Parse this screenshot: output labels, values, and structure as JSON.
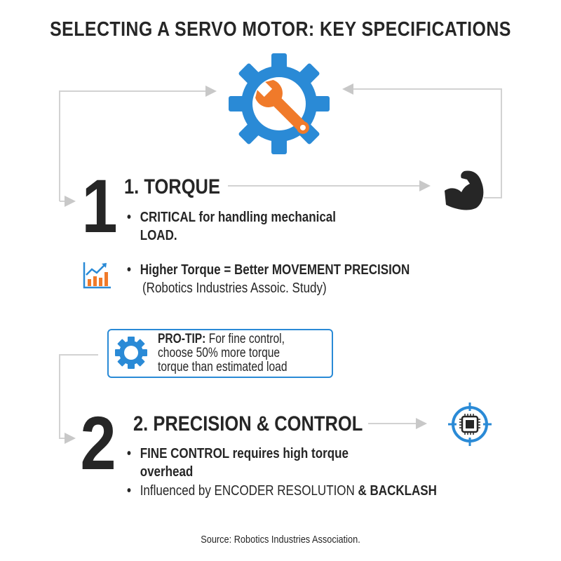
{
  "title": "SELECTING A SERVO MOTOR: KEY SPECIFICATIONS",
  "colors": {
    "accent_blue": "#2a8ad6",
    "accent_orange": "#f07a2a",
    "text": "#262626",
    "connector": "#cfcfcf"
  },
  "icons": {
    "header": "gear-wrench-icon",
    "torque": "flexed-arm-icon",
    "chart": "bar-chart-trend-icon",
    "tip": "gear-icon",
    "precision": "chip-target-icon"
  },
  "section1": {
    "number": "1",
    "heading": "1. TORQUE",
    "bullet1_bold": "CRITICAL for handling mechanical",
    "bullet1_line2": "LOAD.",
    "bullet2_bold": "Higher Torque = Better MOVEMENT PRECISION",
    "bullet2_sub": "(Robotics Industries Assoic. Study)"
  },
  "tip": {
    "label": "PRO-TIP:",
    "line1": " For fine control,",
    "line2": "choose 50% more torque",
    "line3": "torque than estimated load"
  },
  "section2": {
    "number": "2",
    "heading": "2. PRECISION & CONTROL",
    "bullet1_bold": "FINE CONTROL",
    "bullet1_rest": " requires high torque",
    "bullet1_line2": "overhead",
    "bullet2_norm": "Influenced by ENCODER RESOLUTION ",
    "bullet2_bold": " & BACKLASH"
  },
  "source": "Source: Robotics Industries Association."
}
